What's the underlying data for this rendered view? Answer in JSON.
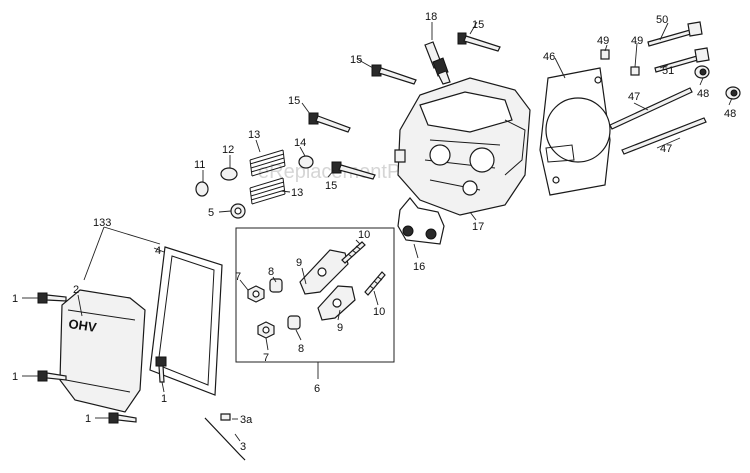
{
  "watermark": "eReplacementParts.com",
  "cover_text": "OHV",
  "labels": [
    "18",
    "15",
    "15",
    "15",
    "15",
    "49",
    "49",
    "50",
    "51",
    "46",
    "48",
    "48",
    "47",
    "47",
    "11",
    "12",
    "13",
    "13",
    "14",
    "5",
    "133",
    "4",
    "2",
    "1",
    "1",
    "1",
    "1",
    "3a",
    "3",
    "7",
    "8",
    "9",
    "10",
    "9",
    "10",
    "8",
    "7",
    "6",
    "16",
    "17"
  ]
}
